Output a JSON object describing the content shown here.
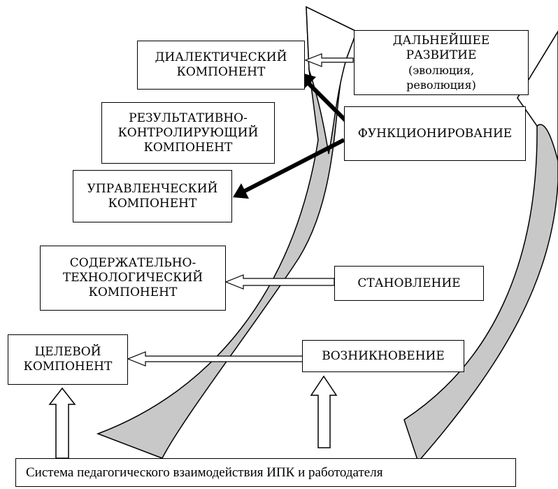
{
  "boxes": {
    "dialectic": "ДИАЛЕКТИЧЕСКИЙ\nКОМПОНЕНТ",
    "further_dev_title": "ДАЛЬНЕЙШЕЕ\nРАЗВИТИЕ",
    "further_dev_note": "(эволюция,\nреволюция)",
    "result_control": "РЕЗУЛЬТАТИВНО-\nКОНТРОЛИРУЮЩИЙ\nКОМПОНЕНТ",
    "functioning": "ФУНКЦИОНИРОВАНИЕ",
    "managerial": "УПРАВЛЕНЧЕСКИЙ\nКОМПОНЕНТ",
    "content_tech": "СОДЕРЖАТЕЛЬНО-\nТЕХНОЛОГИЧЕСКИЙ\nКОМПОНЕНТ",
    "formation": "СТАНОВЛЕНИЕ",
    "target": "ЦЕЛЕВОЙ\nКОМПОНЕНТ",
    "emergence": "ВОЗНИКНОВЕНИЕ",
    "system": "Система педагогического взаимодействия ИПК и работодателя"
  },
  "colors": {
    "swoosh_fill": "#c8c8c8",
    "line": "#000000",
    "background": "#ffffff"
  }
}
